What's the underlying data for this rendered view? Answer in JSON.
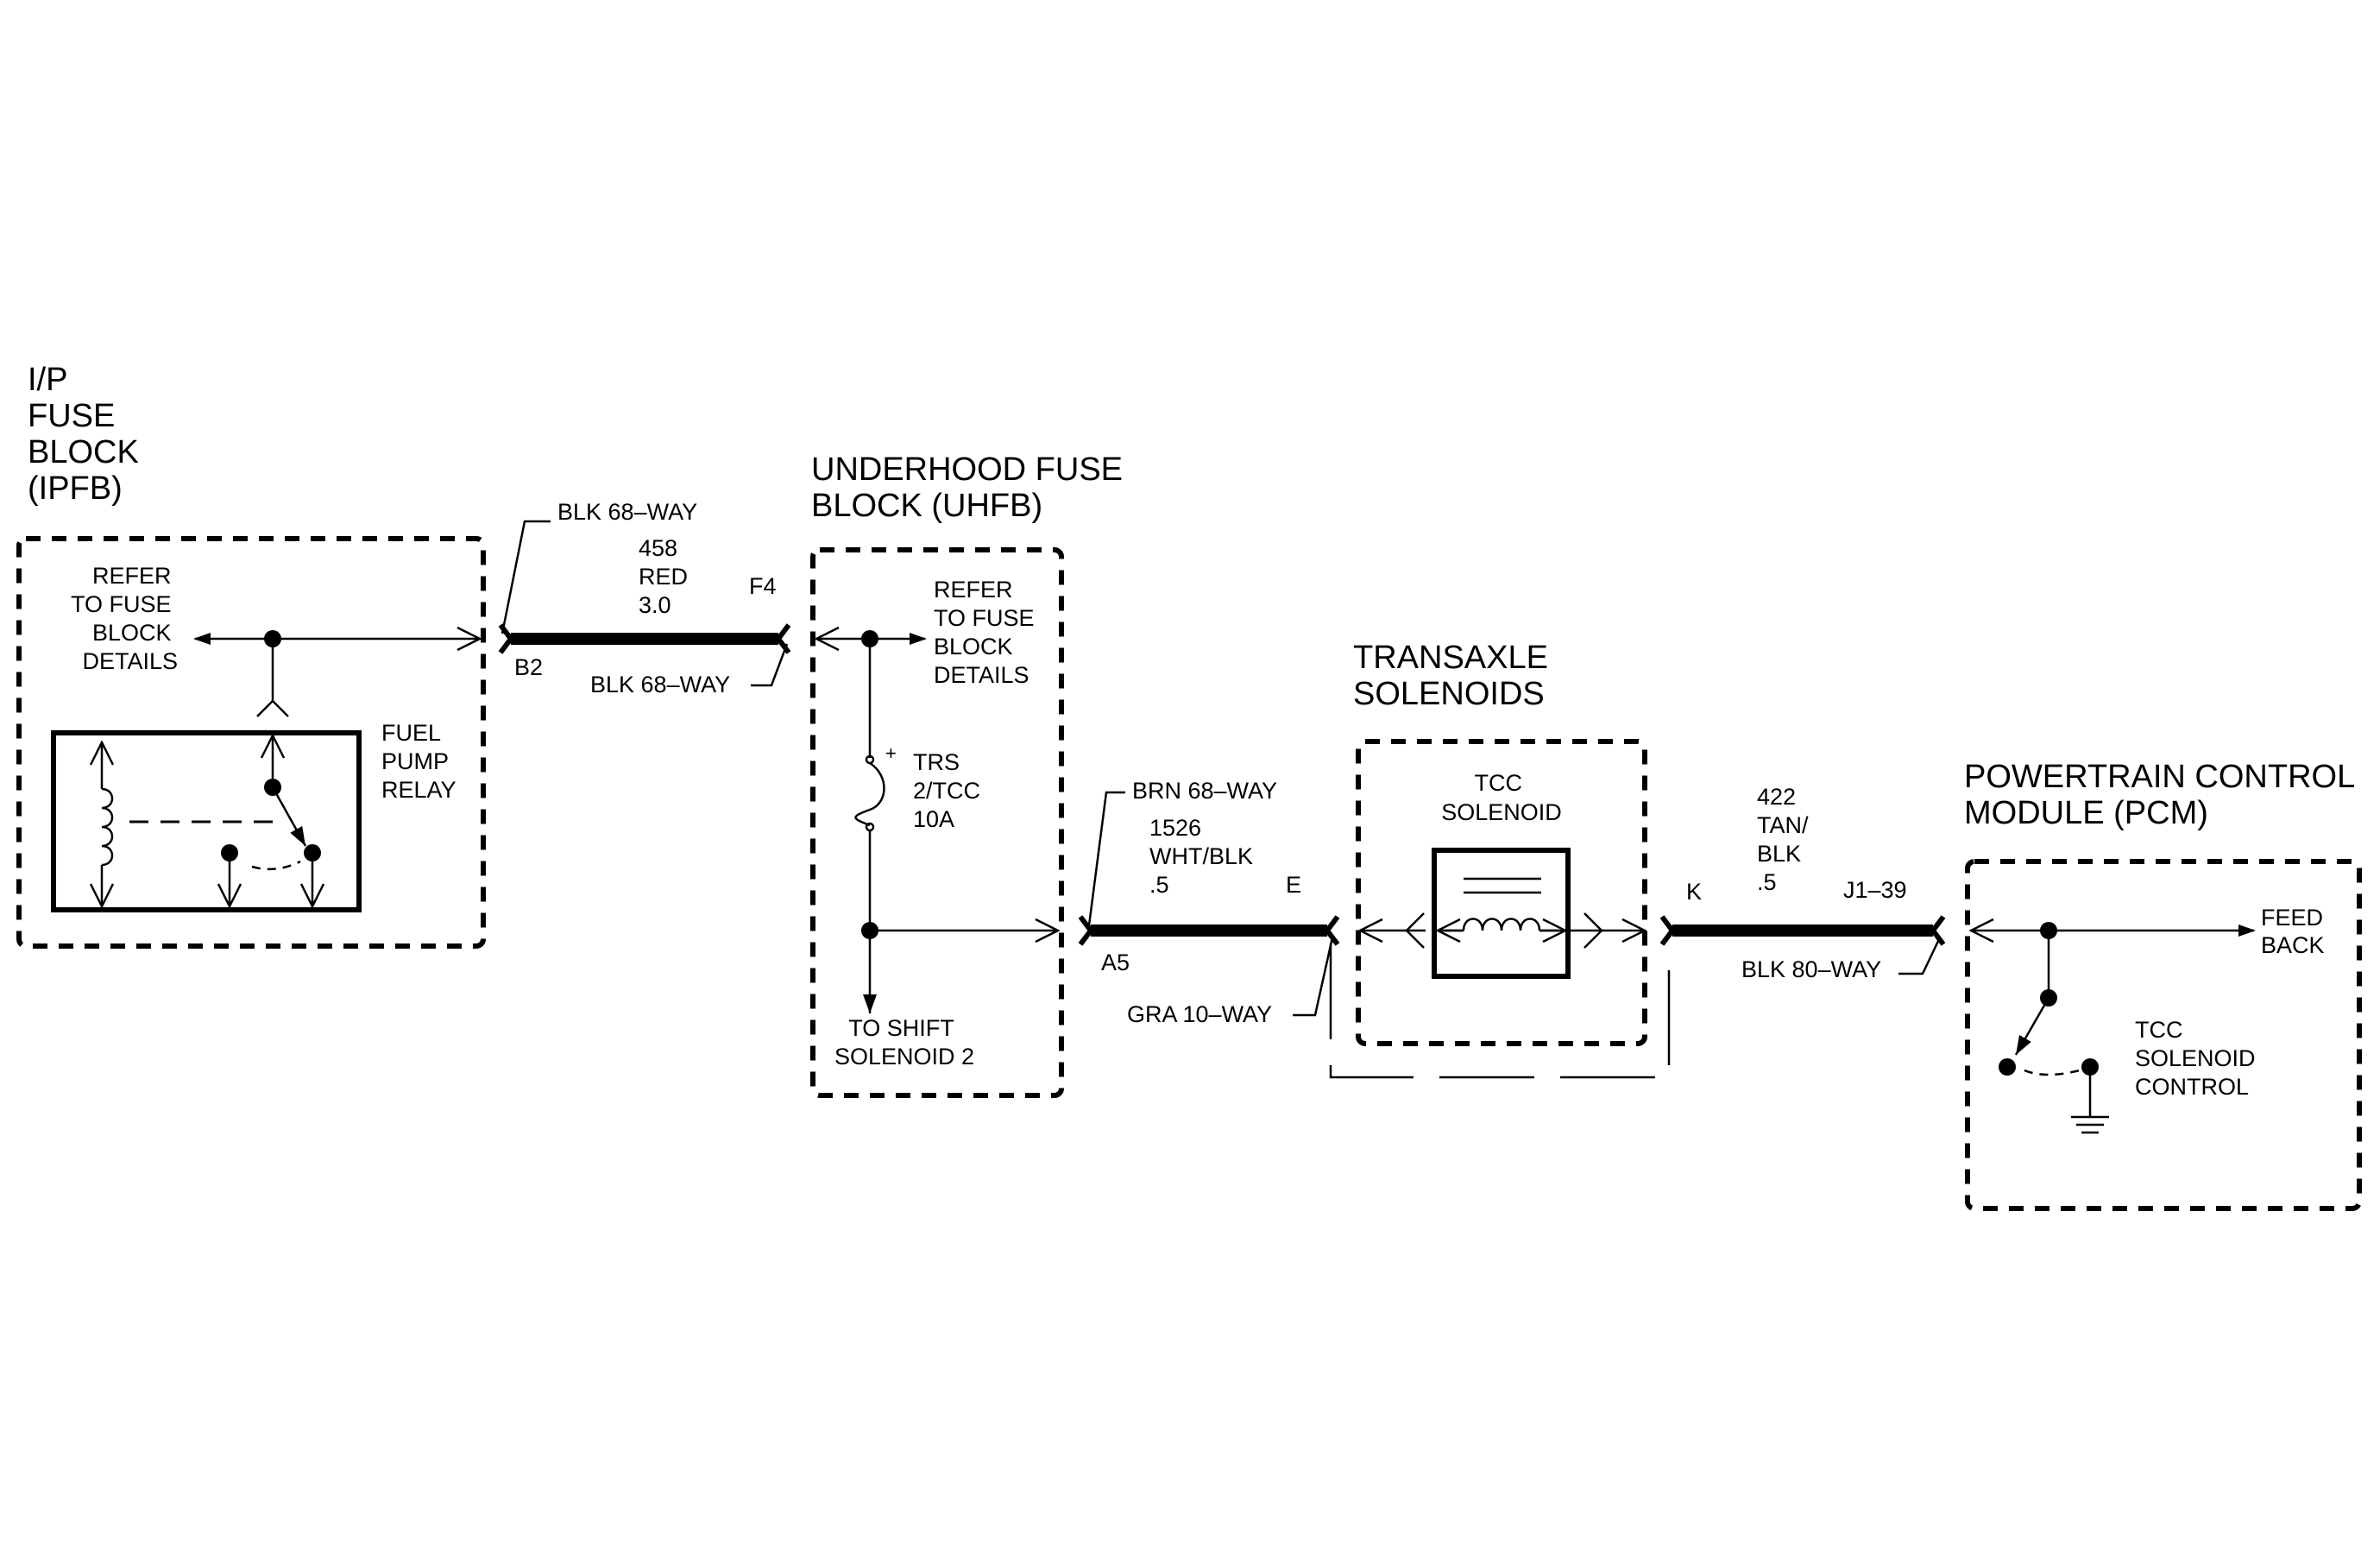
{
  "ipfb": {
    "title_lines": [
      "I/P",
      "FUSE",
      "BLOCK",
      "(IPFB)"
    ],
    "refer_lines": [
      "REFER",
      "TO FUSE",
      "BLOCK",
      "DETAILS"
    ],
    "relay_lines": [
      "FUEL",
      "PUMP",
      "RELAY"
    ]
  },
  "wire1": {
    "connector_top": "BLK 68–WAY",
    "circuit_lines": [
      "458",
      "RED",
      "3.0"
    ],
    "pin_left": "B2",
    "pin_right": "F4",
    "connector_bottom": "BLK 68–WAY"
  },
  "uhfb": {
    "title_lines": [
      "UNDERHOOD FUSE",
      "BLOCK (UHFB)"
    ],
    "refer_lines": [
      "REFER",
      "TO FUSE",
      "BLOCK",
      "DETAILS"
    ],
    "fuse_plus": "+",
    "fuse_lines": [
      "TRS",
      "2/TCC",
      "10A"
    ],
    "shift_lines": [
      "TO SHIFT",
      "SOLENOID 2"
    ]
  },
  "wire2": {
    "connector_top": "BRN 68–WAY",
    "circuit_lines": [
      "1526",
      "WHT/BLK",
      ".5"
    ],
    "pin_left": "A5",
    "pin_right": "E",
    "connector_bottom": "GRA 10–WAY"
  },
  "transaxle": {
    "title_lines": [
      "TRANSAXLE",
      "SOLENOIDS"
    ],
    "solenoid_lines": [
      "TCC",
      "SOLENOID"
    ]
  },
  "wire3": {
    "circuit_lines": [
      "422",
      "TAN/",
      "BLK",
      ".5"
    ],
    "pin_left": "K",
    "pin_right": "J1–39",
    "connector_bottom": "BLK 80–WAY"
  },
  "pcm": {
    "title_lines": [
      "POWERTRAIN CONTROL",
      "MODULE (PCM)"
    ],
    "feed_lines": [
      "FEED",
      "BACK"
    ],
    "control_lines": [
      "TCC",
      "SOLENOID",
      "CONTROL"
    ]
  }
}
